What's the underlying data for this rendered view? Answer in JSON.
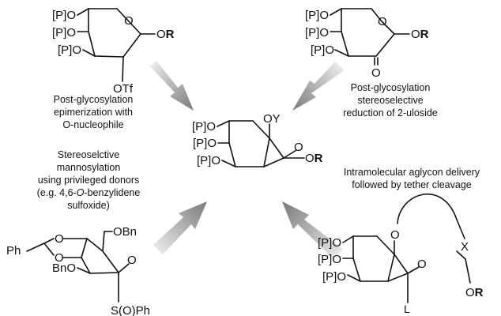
{
  "colors": {
    "background": "#ffffff",
    "ink": "#111111",
    "arrow_dark": "#7a7a7a",
    "arrow_light": "#e6e6e6"
  },
  "center": {
    "p1": "[P]O",
    "p2": "[P]O",
    "p3": "[P]O",
    "oy": "OY",
    "ring_o": "O",
    "or_o": "O",
    "or_r": "R"
  },
  "top_left": {
    "p1": "[P]O",
    "p2": "[P]O",
    "p3": "[P]O",
    "ring_o": "O",
    "or_o": "O",
    "or_r": "R",
    "otf": "OTf"
  },
  "top_right": {
    "p1": "[P]O",
    "p2": "[P]O",
    "p3": "[P]O",
    "ring_o": "O",
    "carbonyl_o": "O",
    "or_o": "O",
    "or_r": "R"
  },
  "bottom_left": {
    "ph": "Ph",
    "acetal_o1": "O",
    "acetal_o2": "O",
    "ring_o": "O",
    "obn": "OBn",
    "bno": "BnO",
    "sulfoxide": "S(O)Ph"
  },
  "bottom_right": {
    "p1": "[P]O",
    "p2": "[P]O",
    "p3": "[P]O",
    "ring_o": "O",
    "o2": "O",
    "x": "X",
    "or_o": "O",
    "or_r": "R",
    "l": "L"
  },
  "labels": {
    "top_left": [
      "Post-glycosylation",
      "epimerization with",
      "O-nucleophile"
    ],
    "top_right": [
      "Post-glycosylation",
      "stereoselective",
      "reduction of 2-uloside"
    ],
    "bottom_left": {
      "line1": "Stereoselctive",
      "line2": "mannosylation",
      "line3": "using privileged donors",
      "line4_pre": "(e.g. 4,6-",
      "line4_it": "O",
      "line4_post": "-benzylidene",
      "line5": "sulfoxide)"
    },
    "bottom_right": [
      "Intramolecular aglycon delivery",
      "followed by tether cleavage"
    ]
  }
}
